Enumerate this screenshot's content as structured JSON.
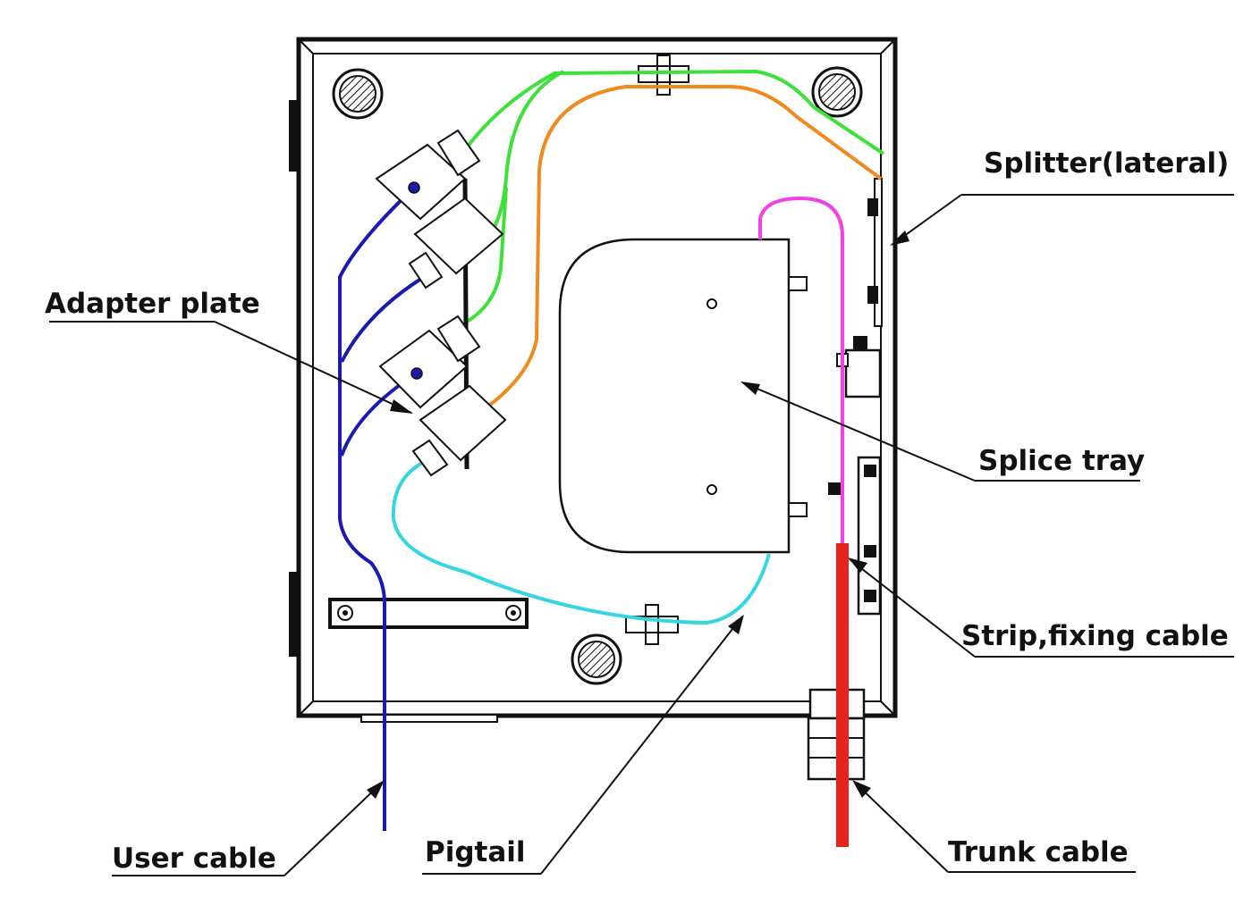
{
  "labels": {
    "splitter": "Splitter(lateral)",
    "adapter_plate": "Adapter plate",
    "splice_tray": "Splice tray",
    "strip_fixing_cable": "Strip,fixing cable",
    "user_cable": "User cable",
    "pigtail": "Pigtail",
    "trunk_cable": "Trunk cable"
  },
  "colors": {
    "outline": "#111111",
    "user_cable": "#1a1ab0",
    "pigtail": "#36d6e0",
    "green_fiber": "#3ee03a",
    "orange_fiber": "#f08a1e",
    "pink_fiber": "#f040e6",
    "trunk_cable": "#e8231c"
  },
  "icons": {
    "vent": "vent-grille-icon",
    "arrow": "arrowhead-icon"
  }
}
